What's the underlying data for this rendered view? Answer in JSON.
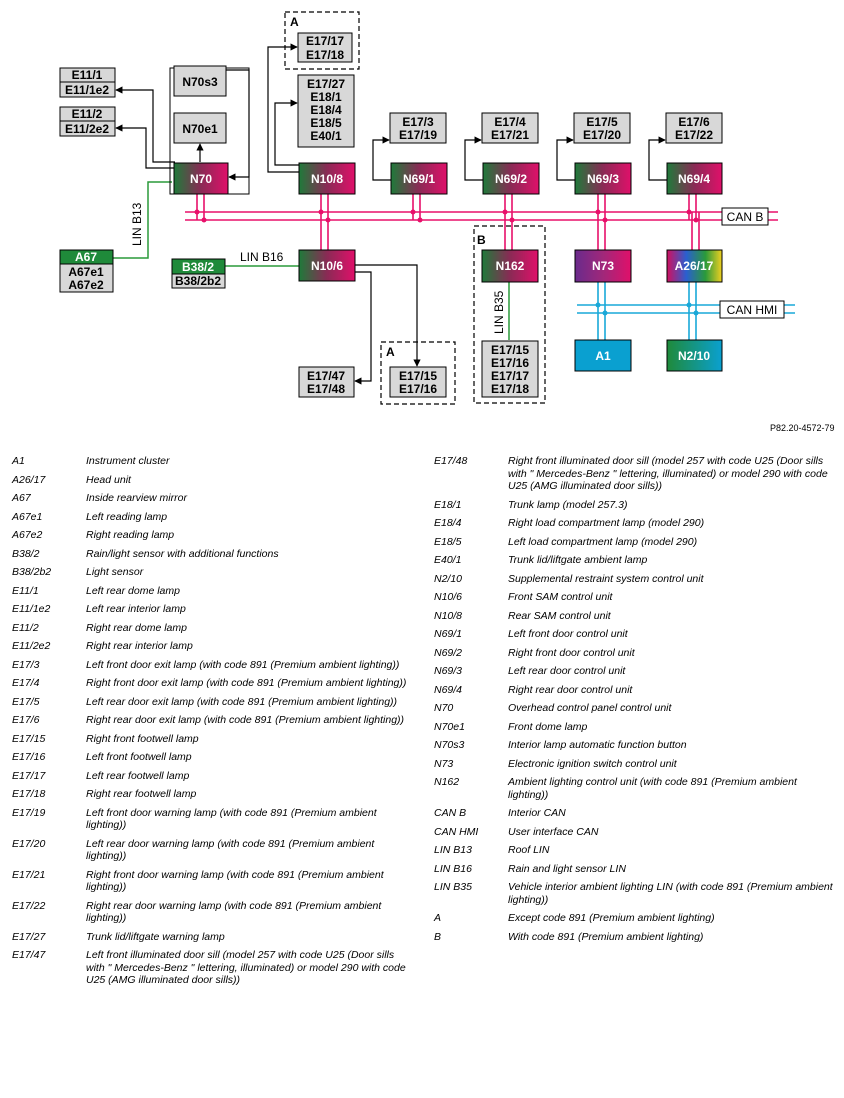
{
  "figure_ref": "P82.20-4572-79",
  "buses": {
    "can_b": "CAN B",
    "can_hmi": "CAN HMI",
    "lin_b13": "LIN B13",
    "lin_b16": "LIN B16",
    "lin_b35": "LIN B35"
  },
  "group_labels": {
    "a": "A",
    "b": "B"
  },
  "boxes": {
    "e11_1": [
      "E11/1",
      "E11/1e2"
    ],
    "e11_2": [
      "E11/2",
      "E11/2e2"
    ],
    "n70s3": [
      "N70s3"
    ],
    "n70e1": [
      "N70e1"
    ],
    "n70": [
      "N70"
    ],
    "a67": [
      "A67"
    ],
    "a67e": [
      "A67e1",
      "A67e2"
    ],
    "b38_2": [
      "B38/2"
    ],
    "b38_2b2": [
      "B38/2b2"
    ],
    "n10_8": [
      "N10/8"
    ],
    "n10_6": [
      "N10/6"
    ],
    "e17_17a": [
      "E17/17",
      "E17/18"
    ],
    "e17_27": [
      "E17/27",
      "E18/1",
      "E18/4",
      "E18/5",
      "E40/1"
    ],
    "e17_3": [
      "E17/3",
      "E17/19"
    ],
    "e17_4": [
      "E17/4",
      "E17/21"
    ],
    "e17_5": [
      "E17/5",
      "E17/20"
    ],
    "e17_6": [
      "E17/6",
      "E17/22"
    ],
    "n69_1": [
      "N69/1"
    ],
    "n69_2": [
      "N69/2"
    ],
    "n69_3": [
      "N69/3"
    ],
    "n69_4": [
      "N69/4"
    ],
    "n162": [
      "N162"
    ],
    "n73": [
      "N73"
    ],
    "a26_17": [
      "A26/17"
    ],
    "a1": [
      "A1"
    ],
    "n2_10": [
      "N2/10"
    ],
    "e17_47": [
      "E17/47",
      "E17/48"
    ],
    "e17_15a": [
      "E17/15",
      "E17/16"
    ],
    "e17_15b": [
      "E17/15",
      "E17/16",
      "E17/17",
      "E17/18"
    ]
  },
  "legend_left": [
    {
      "code": "A1",
      "desc": "Instrument cluster"
    },
    {
      "code": "A26/17",
      "desc": "Head unit"
    },
    {
      "code": "A67",
      "desc": "Inside rearview mirror"
    },
    {
      "code": "A67e1",
      "desc": "Left reading lamp"
    },
    {
      "code": "A67e2",
      "desc": "Right reading lamp"
    },
    {
      "code": "B38/2",
      "desc": "Rain/light sensor with additional functions"
    },
    {
      "code": "B38/2b2",
      "desc": "Light sensor"
    },
    {
      "code": "E11/1",
      "desc": "Left rear dome lamp"
    },
    {
      "code": "E11/1e2",
      "desc": "Left rear interior lamp"
    },
    {
      "code": "E11/2",
      "desc": "Right rear dome lamp"
    },
    {
      "code": "E11/2e2",
      "desc": "Right rear interior lamp"
    },
    {
      "code": "E17/3",
      "desc": "Left front door exit lamp (with code 891 (Premium ambient lighting))"
    },
    {
      "code": "E17/4",
      "desc": "Right front door exit lamp (with code 891 (Premium ambient lighting))"
    },
    {
      "code": "E17/5",
      "desc": "Left rear door exit lamp (with code 891 (Premium ambient lighting))"
    },
    {
      "code": "E17/6",
      "desc": "Right rear door exit lamp (with code 891 (Premium ambient lighting))"
    },
    {
      "code": "E17/15",
      "desc": "Right front footwell lamp"
    },
    {
      "code": "E17/16",
      "desc": "Left front footwell lamp"
    },
    {
      "code": "E17/17",
      "desc": "Left rear footwell lamp"
    },
    {
      "code": "E17/18",
      "desc": "Right rear footwell lamp"
    },
    {
      "code": "E17/19",
      "desc": "Left front door warning lamp (with code 891 (Premium ambient lighting))"
    },
    {
      "code": "E17/20",
      "desc": "Left rear door warning lamp (with code 891 (Premium ambient lighting))"
    },
    {
      "code": "E17/21",
      "desc": "Right front door warning lamp (with code 891 (Premium ambient lighting))"
    },
    {
      "code": "E17/22",
      "desc": "Right rear door warning lamp (with code 891 (Premium ambient lighting))"
    },
    {
      "code": "E17/27",
      "desc": "Trunk lid/liftgate warning lamp"
    },
    {
      "code": "E17/47",
      "desc": "Left front illuminated door sill (model 257 with code U25 (Door sills with \" Mercedes-Benz \" lettering, illuminated) or model 290 with code U25 (AMG illuminated door sills))"
    }
  ],
  "legend_right": [
    {
      "code": "E17/48",
      "desc": "Right front illuminated door sill (model 257 with code U25 (Door sills with \" Mercedes-Benz \" lettering, illuminated) or model 290 with code U25 (AMG illuminated door sills))"
    },
    {
      "code": "E18/1",
      "desc": "Trunk lamp (model 257.3)"
    },
    {
      "code": "E18/4",
      "desc": "Right load compartment lamp (model 290)"
    },
    {
      "code": "E18/5",
      "desc": "Left load compartment lamp (model 290)"
    },
    {
      "code": "E40/1",
      "desc": "Trunk lid/liftgate ambient lamp"
    },
    {
      "code": "N2/10",
      "desc": "Supplemental restraint system control unit"
    },
    {
      "code": "N10/6",
      "desc": "Front SAM control unit"
    },
    {
      "code": "N10/8",
      "desc": "Rear SAM control unit"
    },
    {
      "code": "N69/1",
      "desc": "Left front door control unit"
    },
    {
      "code": "N69/2",
      "desc": "Right front door control unit"
    },
    {
      "code": "N69/3",
      "desc": "Left rear door control unit"
    },
    {
      "code": "N69/4",
      "desc": "Right rear door control unit"
    },
    {
      "code": "N70",
      "desc": "Overhead control panel control unit"
    },
    {
      "code": "N70e1",
      "desc": "Front dome lamp"
    },
    {
      "code": "N70s3",
      "desc": "Interior lamp automatic function button"
    },
    {
      "code": "N73",
      "desc": "Electronic ignition switch control unit"
    },
    {
      "code": "N162",
      "desc": "Ambient lighting control unit (with code 891 (Premium ambient lighting))"
    },
    {
      "code": "CAN B",
      "desc": "Interior CAN"
    },
    {
      "code": "CAN HMI",
      "desc": "User interface CAN"
    },
    {
      "code": "LIN B13",
      "desc": "Roof LIN"
    },
    {
      "code": "LIN B16",
      "desc": "Rain and light sensor LIN"
    },
    {
      "code": "LIN B35",
      "desc": "Vehicle interior ambient lighting LIN (with code 891 (Premium ambient lighting))"
    },
    {
      "code": "A",
      "desc": "Except code 891 (Premium ambient lighting)"
    },
    {
      "code": "B",
      "desc": "With code 891 (Premium ambient lighting)"
    }
  ]
}
